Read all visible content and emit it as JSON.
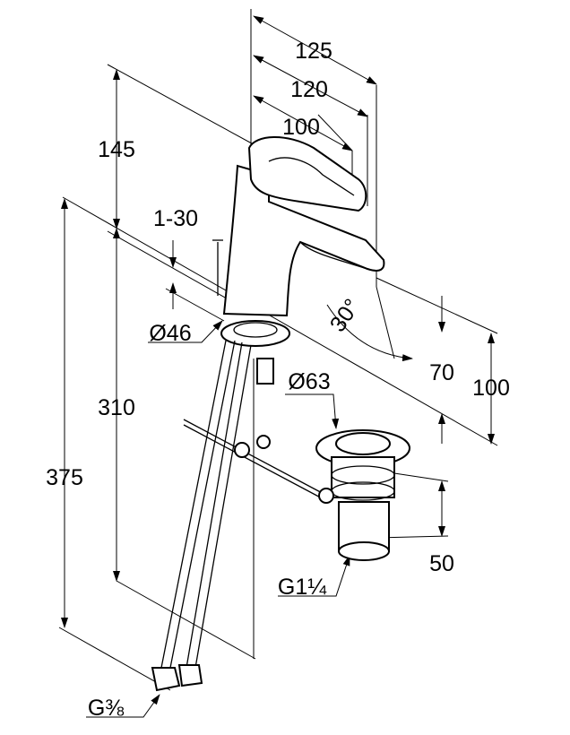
{
  "title": "Faucet dimension drawing",
  "dimensions": {
    "reach_125": "125",
    "reach_120": "120",
    "reach_100": "100",
    "height_145": "145",
    "deck_thickness": "1-30",
    "base_diameter": "Ø46",
    "height_310": "310",
    "height_375": "375",
    "lever_angle": "30°",
    "spout_height_70": "70",
    "spout_height_100": "100",
    "drain_diameter": "Ø63",
    "drain_height": "50",
    "drain_thread": "G1¼",
    "hose_thread": "G⅜"
  }
}
